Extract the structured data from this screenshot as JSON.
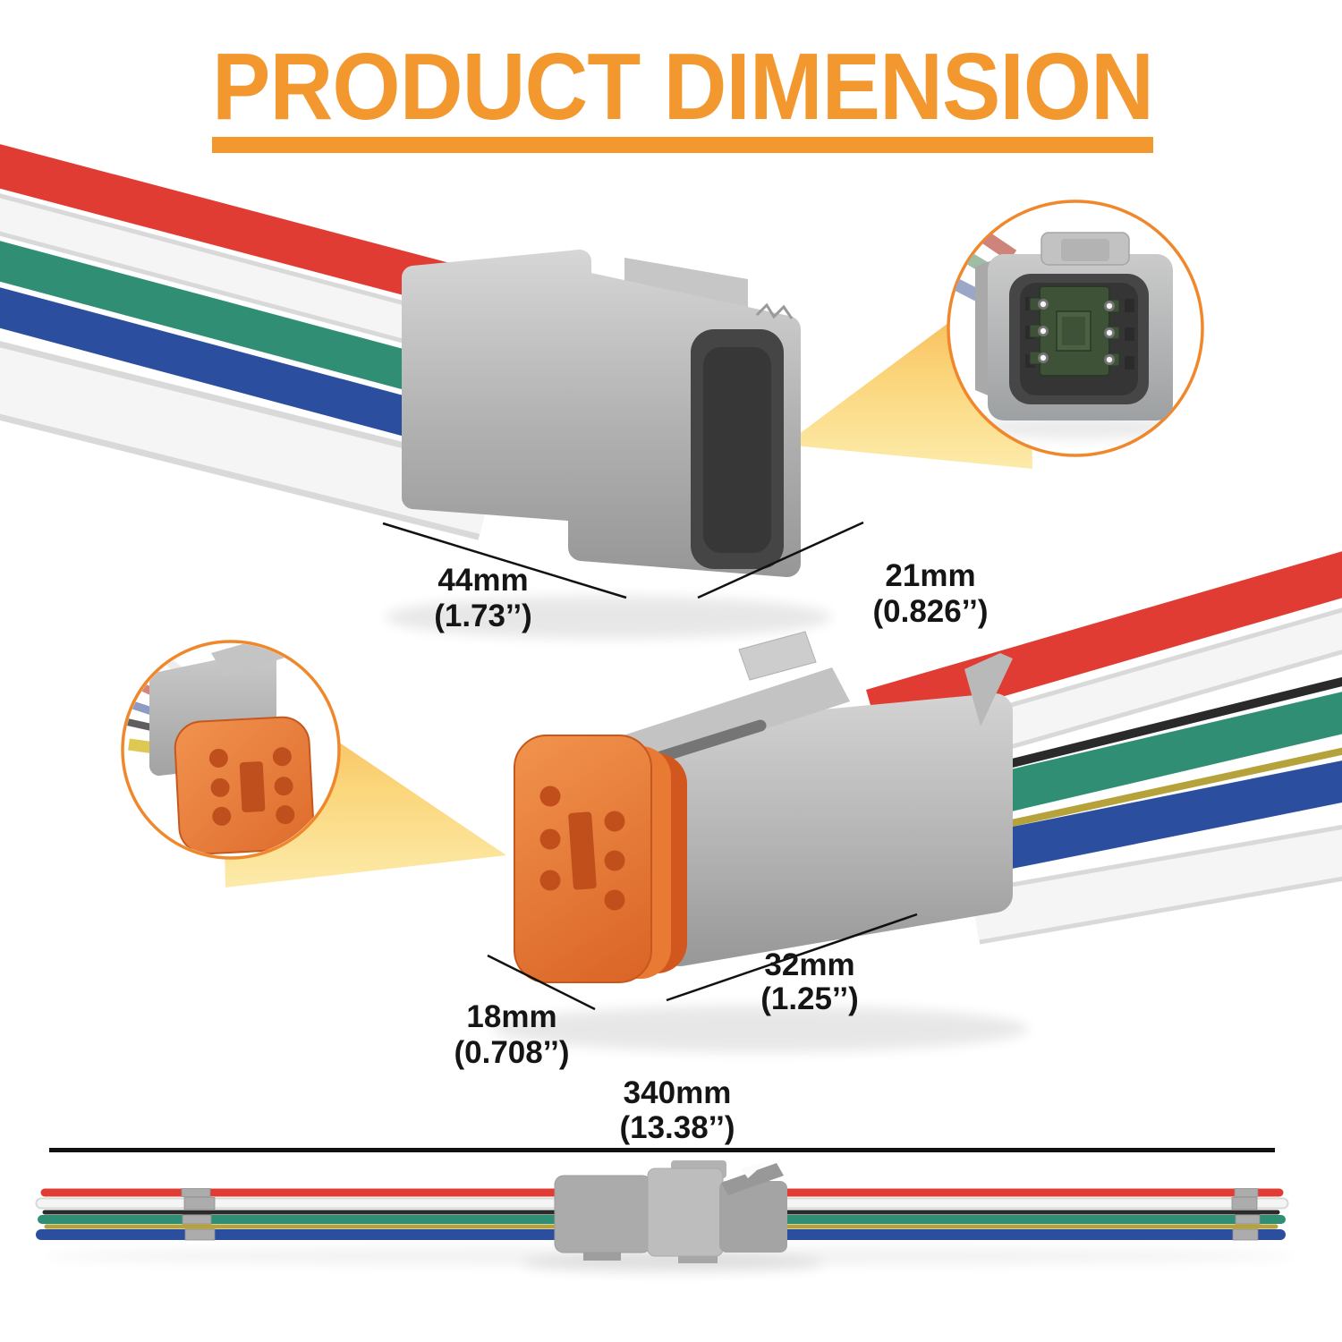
{
  "title": {
    "text": "PRODUCT DIMENSION"
  },
  "dimensions": {
    "male_width": {
      "mm": "44mm",
      "inch": "(1.73’’)"
    },
    "male_depth": {
      "mm": "21mm",
      "inch": "(0.826’’)"
    },
    "female_height": {
      "mm": "18mm",
      "inch": "(0.708’’)"
    },
    "female_width": {
      "mm": "32mm",
      "inch": "(1.25’’)"
    },
    "harness_length": {
      "mm": "340mm",
      "inch": "(13.38’’)"
    }
  },
  "colors": {
    "accent_orange": "#F2982F",
    "magnifier_ring": "#F0882B",
    "seal_orange": "#E97A33",
    "dimension_text": "#151515",
    "dimension_line": "#111111",
    "wire_red": "#E03C34",
    "wire_white": "#F5F5F5",
    "wire_green": "#2F8E74",
    "wire_blue": "#2C4E9E",
    "wire_black": "#2A2A2A",
    "wire_yellow": "#B5A23A"
  },
  "parts": {
    "male_connector": "6-pin male connector",
    "female_connector": "6-pin female connector",
    "male_face_inset": "male connector front view",
    "female_face_inset": "female connector front view",
    "assembled_harness": "mated connector pair with pigtail wires"
  }
}
